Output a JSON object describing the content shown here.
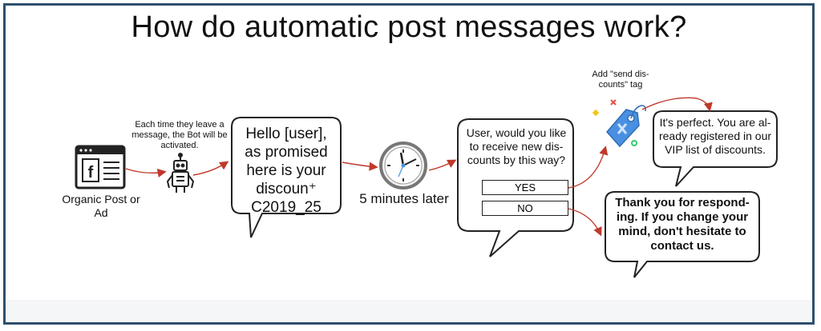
{
  "title": "How do automatic post messages work?",
  "organic": {
    "label": "Organic Post or Ad"
  },
  "bot": {
    "caption": "Each time they leave a message, the Bot will be activated."
  },
  "message1": {
    "text": "Hello [user], as promised here is your discoun⁺ C2019_25"
  },
  "clock": {
    "label": "5 minutes later"
  },
  "question": {
    "text": "User, would you like to receive new dis-counts by this way?",
    "yes": "YES",
    "no": "NO"
  },
  "tag": {
    "label": "Add \"send dis-counts\" tag"
  },
  "perfect": {
    "text": "It's perfect. You are al-ready registered in our VIP list of discounts."
  },
  "thanks": {
    "text": "Thank you for respond-ing. If you change your mind, don't hesitate to contact us."
  },
  "colors": {
    "arrow": "#c0392b",
    "frame": "#2f4f6f",
    "tag_fill": "#4a90e2",
    "facebook_dark": "#222222"
  },
  "icons": [
    "facebook-page-icon",
    "robot-icon",
    "clock-icon",
    "tag-icon"
  ]
}
